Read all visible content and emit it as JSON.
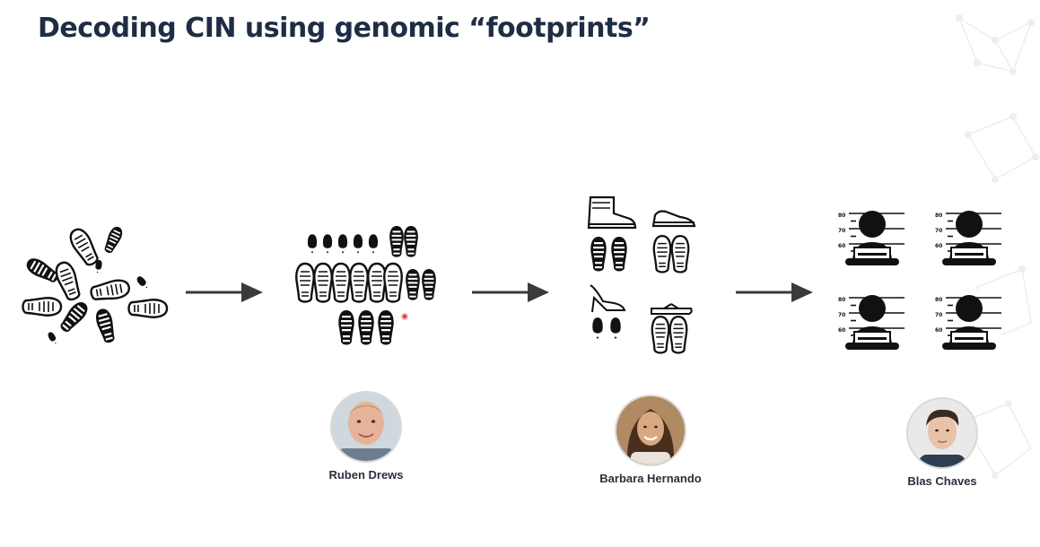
{
  "slide": {
    "title": "Decoding CIN using genomic “footprints”"
  },
  "colors": {
    "title": "#1f2d44",
    "ink": "#111111",
    "arrow": "#3a3a3a",
    "name": "#2a2f3a",
    "laser": "#e23b3b"
  },
  "stages": [
    {
      "id": "stage-scattered-footprints",
      "icon": "scattered-footprints-icon"
    },
    {
      "id": "stage-sorted-footprints",
      "icon": "sorted-footprints-icon"
    },
    {
      "id": "stage-shoe-types",
      "icon": "shoe-types-icon"
    },
    {
      "id": "stage-suspect-lineup",
      "icon": "suspect-lineup-icon"
    }
  ],
  "lineup_ticks": [
    "80",
    "70",
    "60"
  ],
  "people": [
    {
      "name": "Ruben Drews",
      "photo": "ruben-drews-photo"
    },
    {
      "name": "Barbara Hernando",
      "photo": "barbara-hernando-photo"
    },
    {
      "name": "Blas Chaves",
      "photo": "blas-chaves-photo"
    }
  ]
}
